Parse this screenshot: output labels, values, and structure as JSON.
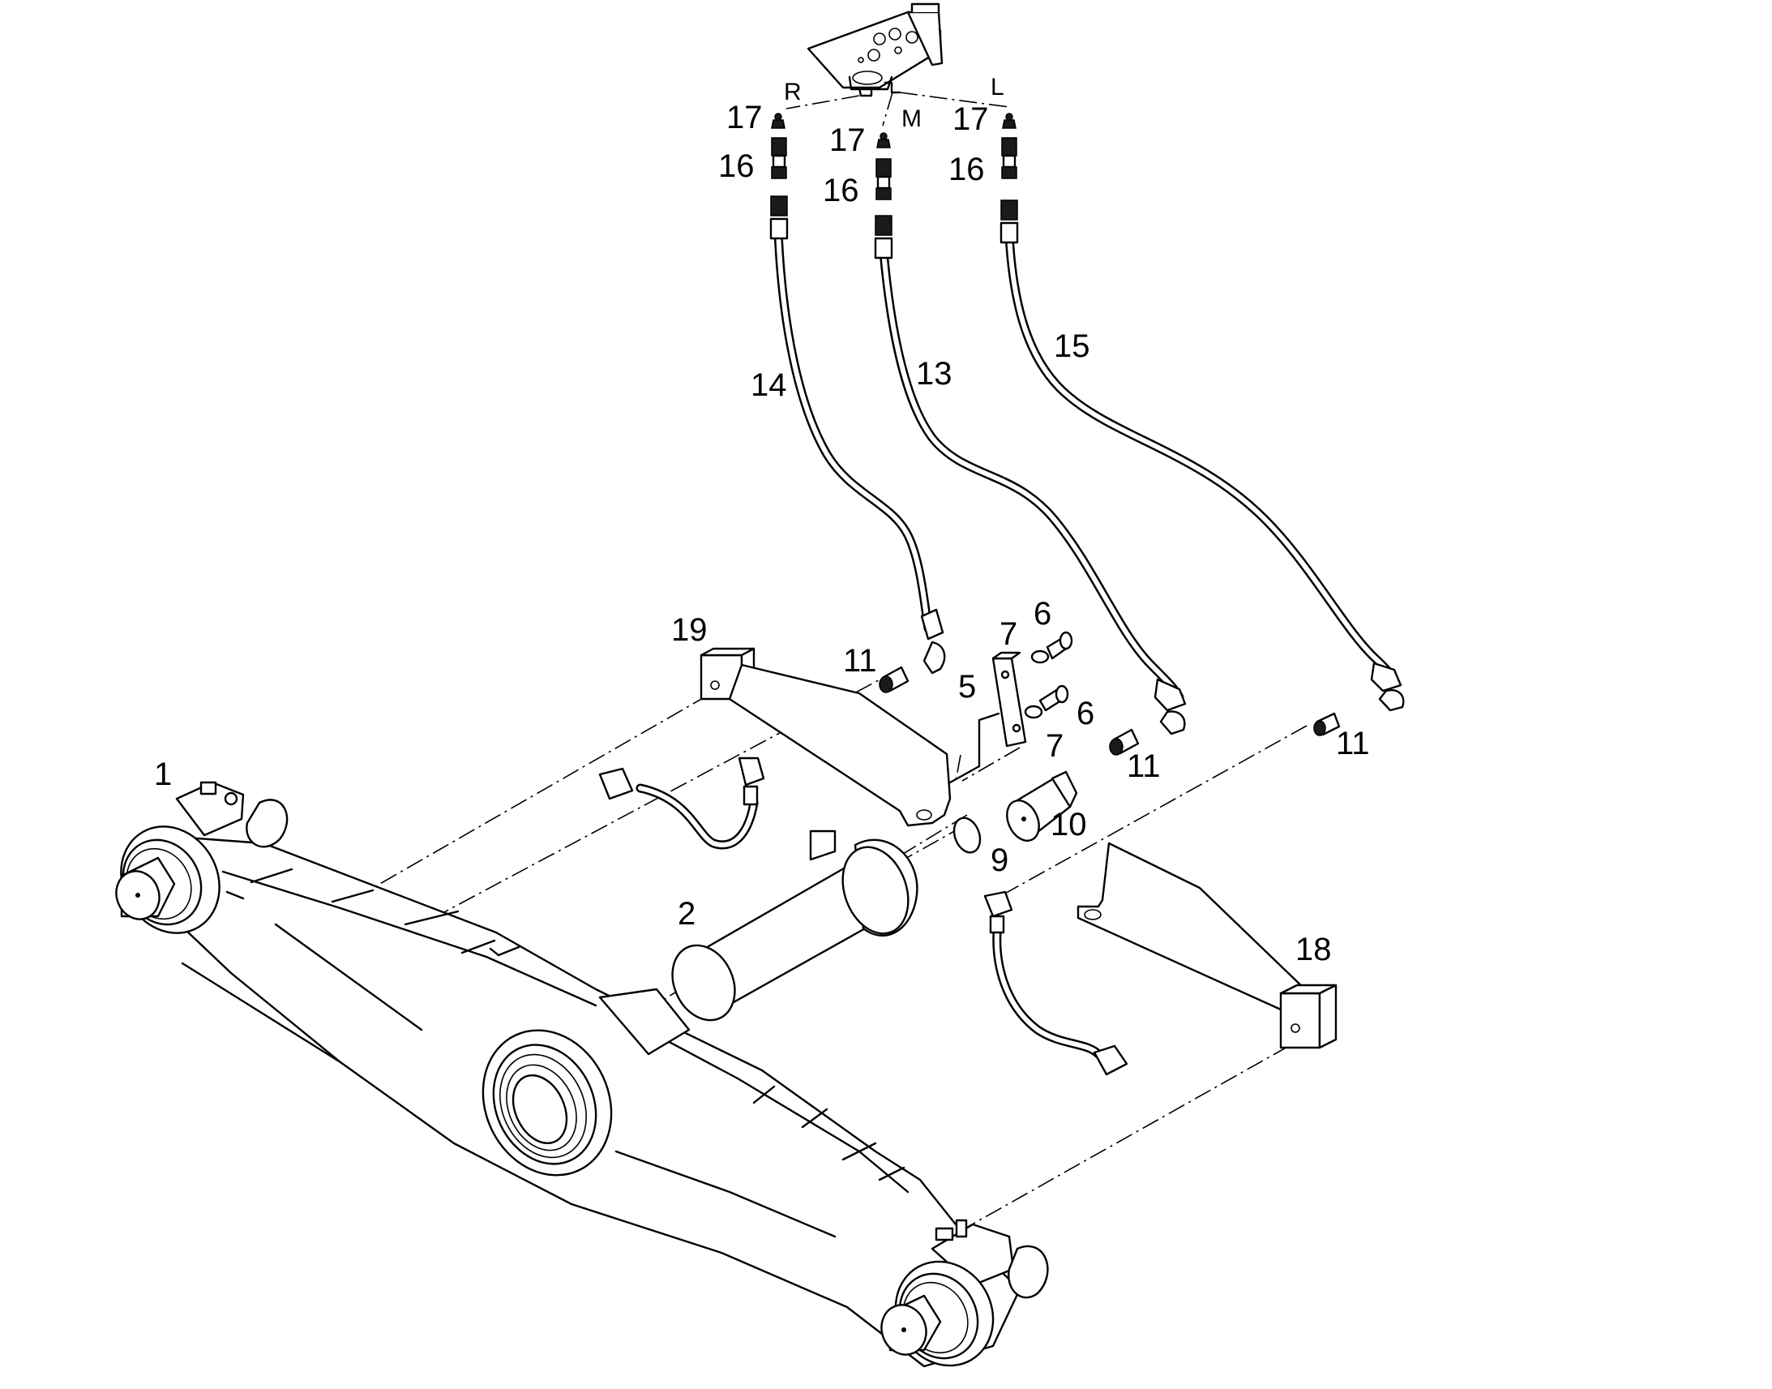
{
  "diagram": {
    "part_labels": {
      "p1": "1",
      "p2": "2",
      "p5": "5",
      "p6a": "6",
      "p6b": "6",
      "p7a": "7",
      "p7b": "7",
      "p9": "9",
      "p10": "10",
      "p11a": "11",
      "p11b": "11",
      "p11c": "11",
      "p13": "13",
      "p14": "14",
      "p15": "15",
      "p16a": "16",
      "p16b": "16",
      "p16c": "16",
      "p17a": "17",
      "p17b": "17",
      "p17c": "17",
      "p18": "18",
      "p19": "19"
    },
    "port_labels": {
      "right": "R",
      "middle": "M",
      "left": "L"
    }
  }
}
